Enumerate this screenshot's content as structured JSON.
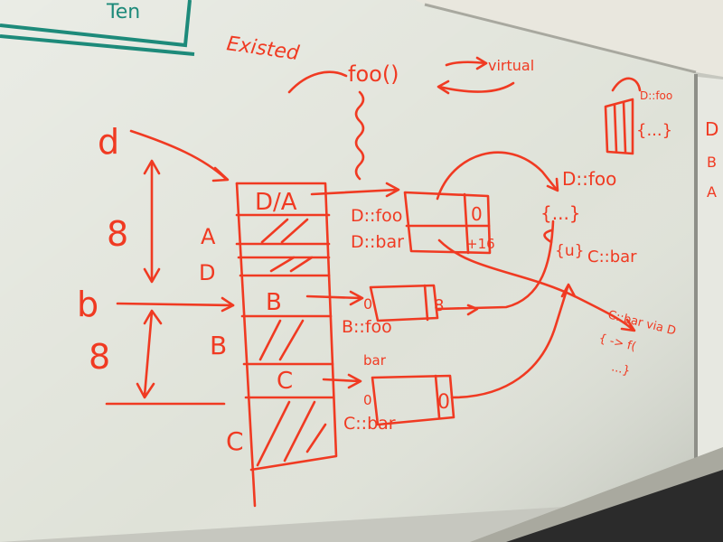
{
  "scene": {
    "description_free": true,
    "colors": {
      "board": "#dfe2d8",
      "board_shadow": "#b9bcb2",
      "frame": "#e9e7de",
      "tray": "#a9a99f",
      "marker_red": "#f03a22",
      "marker_teal": "#1d8a7a",
      "wall": "#c6c7bf"
    }
  },
  "text": {
    "corner_note": "Ten",
    "existed": "Existed",
    "foo_call": "foo()",
    "virtual_note": "virtual",
    "d_label": "d",
    "b_label": "b",
    "eight_top": "8",
    "eight_bottom": "8",
    "cell_da": "D/A",
    "cell_a": "A",
    "cell_d": "D",
    "cell_b": "B",
    "cell_b_side": "B",
    "cell_c": "C",
    "cell_c_side": "C",
    "d_foo": "D::foo",
    "d_bar": "D::bar",
    "vt_zero": "0",
    "vt_off": "+16",
    "b_foo": "B::foo",
    "b_vt_zero": "0",
    "b_vt_eight": "8",
    "bar_label": "bar",
    "c_bar": "C::bar",
    "c_vt_zero": "0",
    "c_vt_o": "0",
    "d_foo_right": "D::foo",
    "braces_dots": "{...}",
    "c_bar_right": "C::bar",
    "braces_u": "{u}",
    "c_bar_via_d": "C::bar via D",
    "braces_small": "{ -> f(",
    "dots_small": "...}",
    "far_right_d": "D",
    "far_right_b": "B",
    "far_right_a": "A",
    "top_right_dfoo": "D::foo",
    "top_right_dots": "{...}"
  }
}
